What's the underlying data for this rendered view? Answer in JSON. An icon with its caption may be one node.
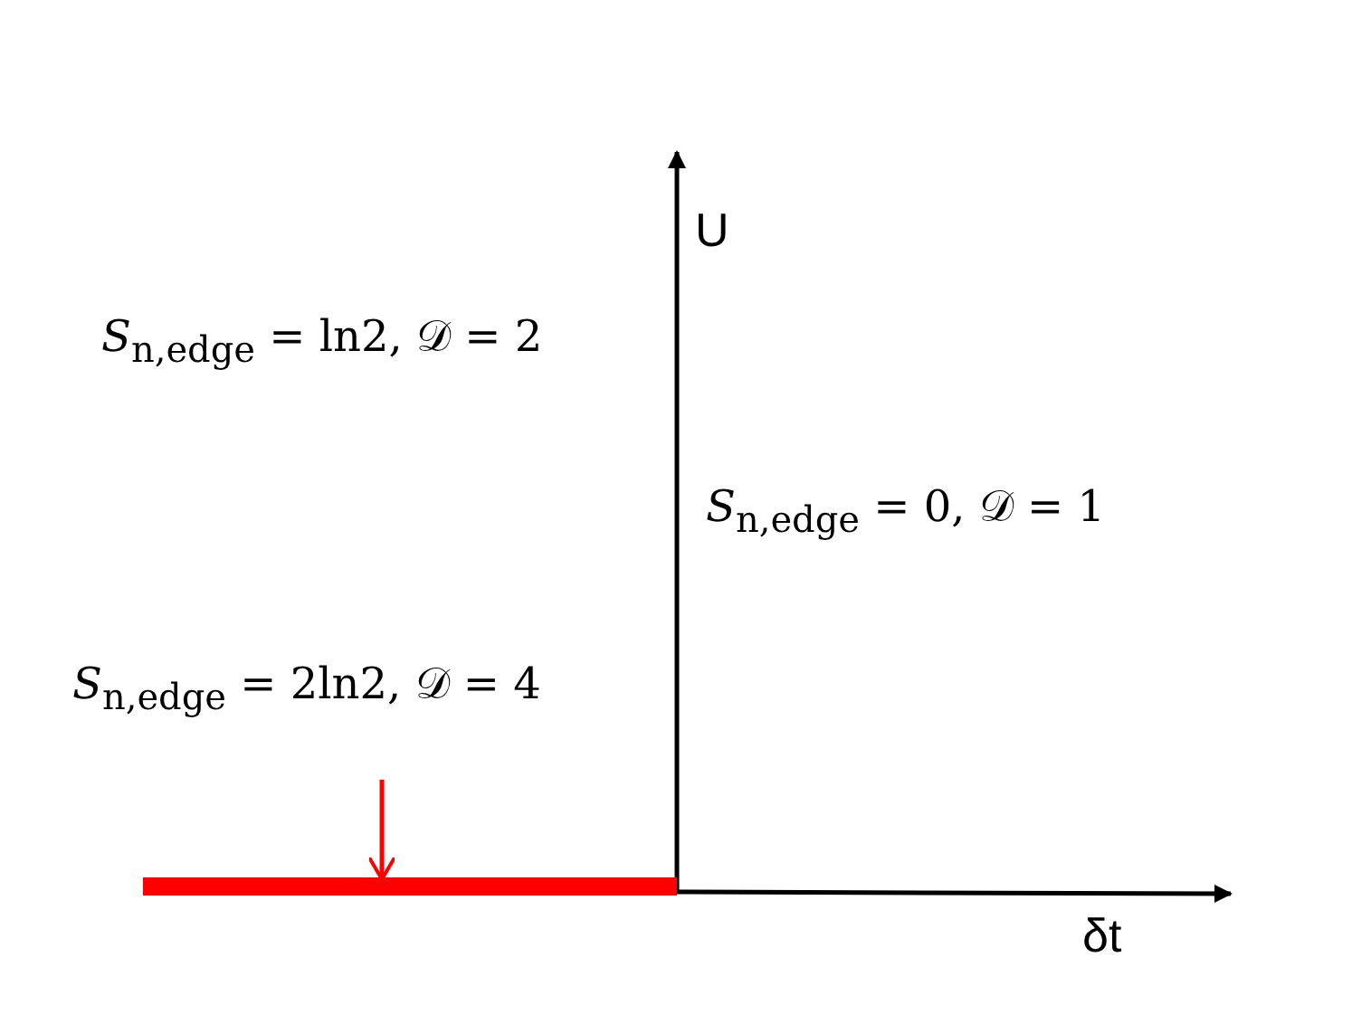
{
  "diagram": {
    "labels": [
      "U",
      "*S*$_{n,edge}$ = ln2, 𝒟 = 2",
      "*S*$_{n,edge}$ = 0, 𝒟 = 1",
      "*S*$_{n,edge}$ = 2ln2, 𝒟 = 4",
      "δt"
    ]
  }
}
